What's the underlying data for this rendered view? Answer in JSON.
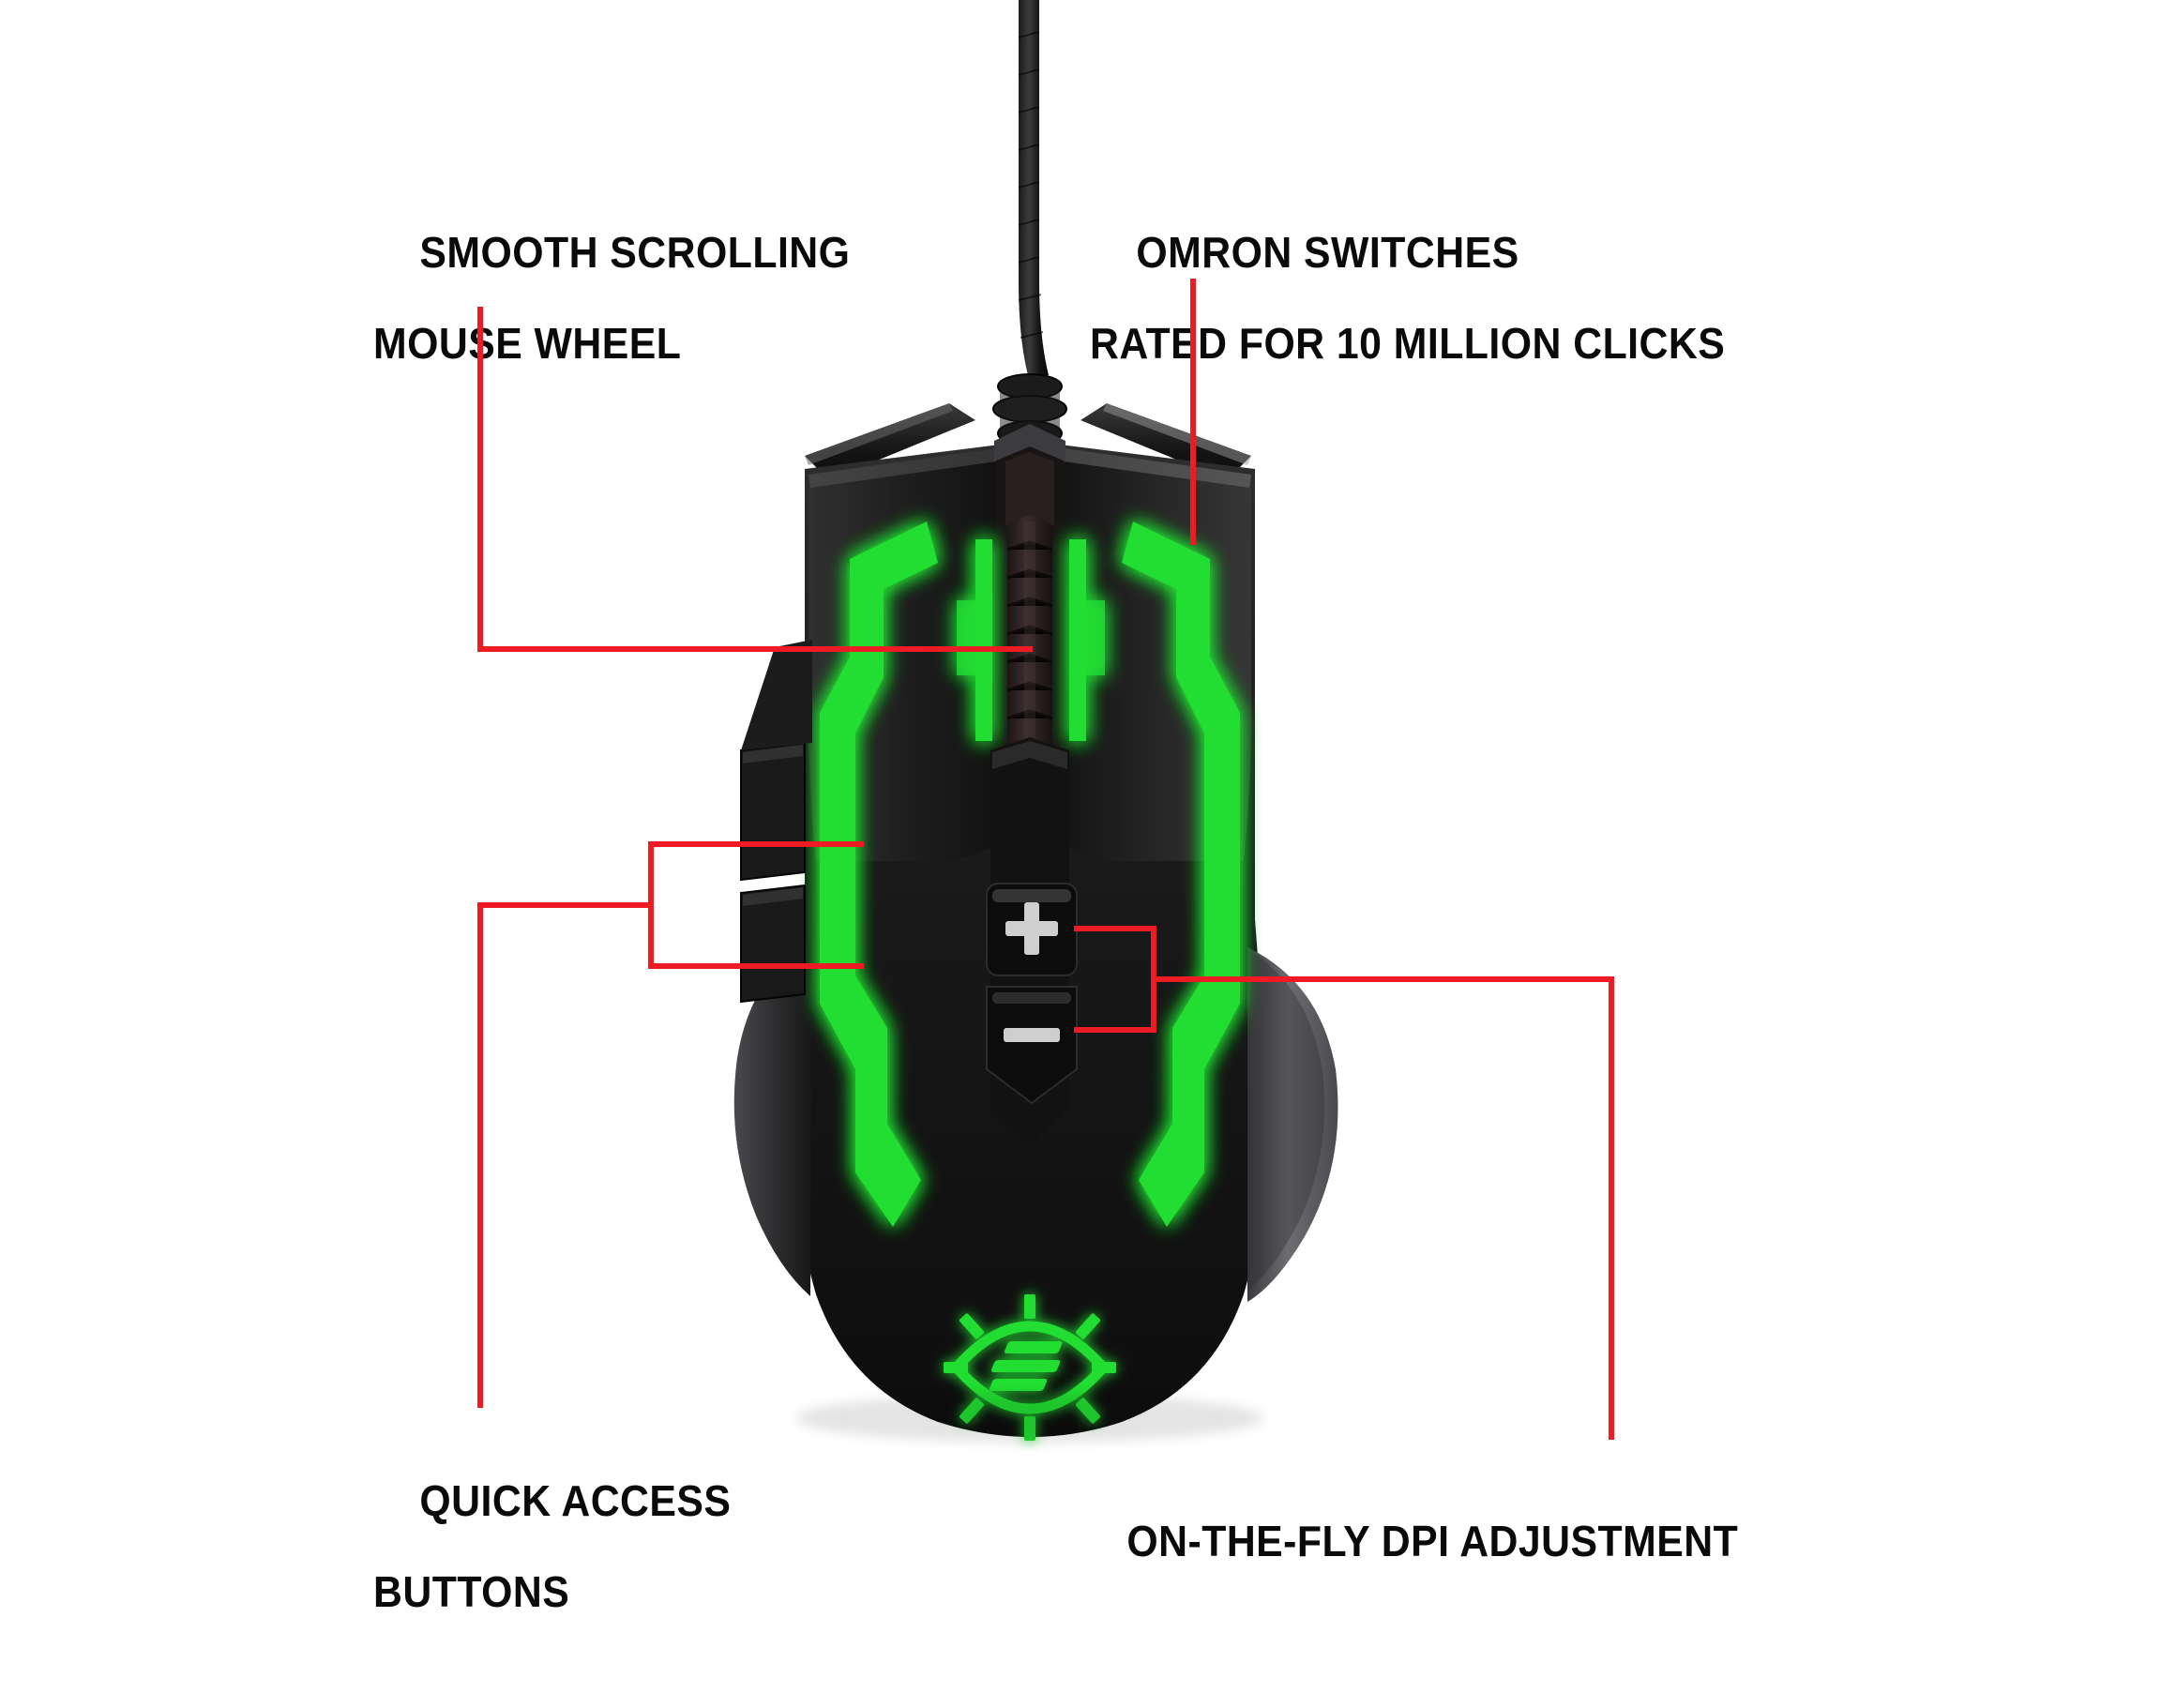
{
  "page": {
    "background_color": "#ffffff",
    "subject": "gaming-mouse-feature-diagram",
    "product_brand_logo": "enhance-logo-icon"
  },
  "colors": {
    "callout_line": "#ed1c24",
    "label_text": "#0a0a0a",
    "led_green": "#22dd33",
    "led_green_bright": "#4dff5e",
    "body_black": "#141414",
    "body_black_light": "#2a2a2a",
    "side_grip_gray": "#6e6e72"
  },
  "callouts": [
    {
      "id": "scroll-wheel",
      "name": "smooth-scrolling-mouse-wheel",
      "line1": "SMOOTH SCROLLING",
      "line2": "MOUSE WHEEL",
      "position": "top-left",
      "points_to": "scroll-wheel"
    },
    {
      "id": "omron-switches",
      "name": "omron-switches",
      "line1": "OMRON SWITCHES",
      "line2": "RATED FOR 10 MILLION CLICKS",
      "position": "top-right",
      "points_to": "right-click-button"
    },
    {
      "id": "quick-access",
      "name": "quick-access-buttons",
      "line1": "QUICK ACCESS",
      "line2": "BUTTONS",
      "position": "bottom-left",
      "points_to": "side-thumb-buttons"
    },
    {
      "id": "dpi-adjustment",
      "name": "on-the-fly-dpi-adjustment",
      "line1": "ON-THE-FLY DPI ADJUSTMENT",
      "line2": "",
      "position": "bottom-right",
      "points_to": "dpi-plus-minus-buttons"
    }
  ],
  "mouse": {
    "name": "gaming-mouse",
    "cable": "braided-usb-cable",
    "buttons": {
      "left_click": "left-click-button",
      "right_click": "right-click-button",
      "scroll_wheel": "scroll-wheel",
      "dpi_up": "+",
      "dpi_down": "−",
      "side_button_top": "quick-access-button-top",
      "side_button_bottom": "quick-access-button-bottom"
    },
    "lighting": "green-led-backlight"
  }
}
